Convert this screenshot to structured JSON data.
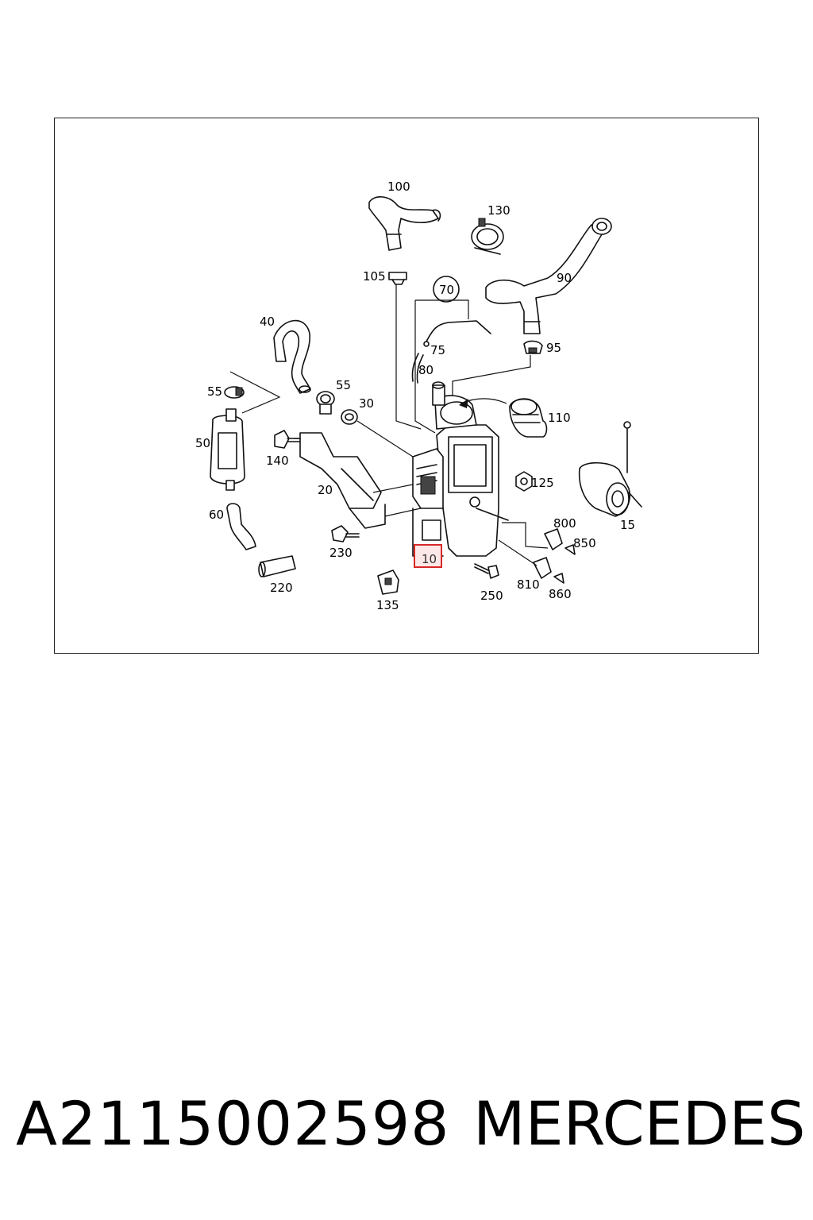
{
  "diagram": {
    "callouts": {
      "c100": "100",
      "c130": "130",
      "c105": "105",
      "c70": "70",
      "c90": "90",
      "c40": "40",
      "c75": "75",
      "c95": "95",
      "c80": "80",
      "c55a": "55",
      "c55b": "55",
      "c30": "30",
      "c110": "110",
      "c50": "50",
      "c140": "140",
      "c125": "125",
      "c20": "20",
      "c60": "60",
      "c15": "15",
      "c800": "800",
      "c850": "850",
      "c230": "230",
      "c10": "10",
      "c220": "220",
      "c250": "250",
      "c810": "810",
      "c860": "860",
      "c135": "135"
    },
    "highlight_color": "#d62828"
  },
  "footer": {
    "part_number": "A2115002598",
    "brand": "MERCEDES"
  }
}
